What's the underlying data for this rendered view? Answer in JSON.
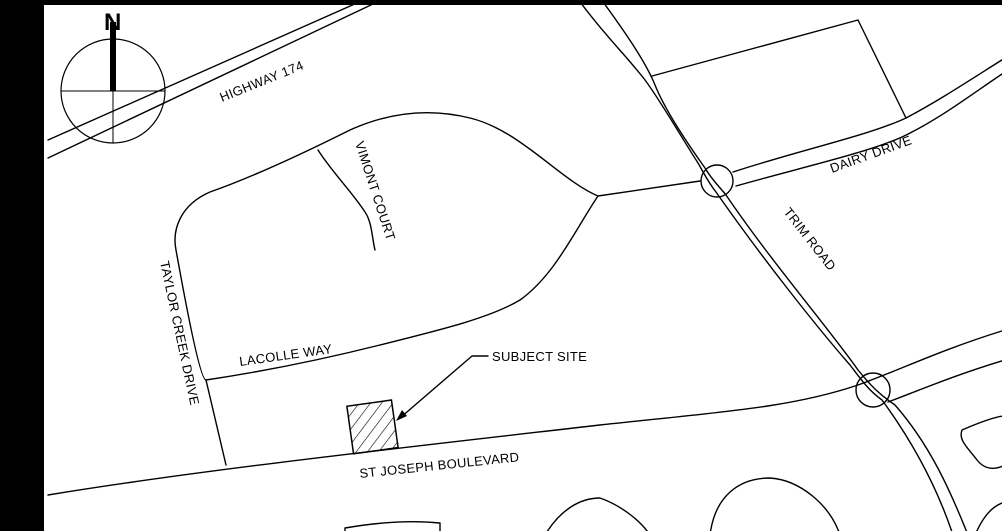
{
  "north_arrow": {
    "letter": "N"
  },
  "roads": {
    "highway": "HIGHWAY 174",
    "vimont": "VIMONT COURT",
    "dairy": "DAIRY DRIVE",
    "trim": "TRIM ROAD",
    "taylor": "TAYLOR CREEK DRIVE",
    "lacolle": "LACOLLE WAY",
    "st_joseph": "ST JOSEPH BOULEVARD"
  },
  "callout": {
    "subject_site": "SUBJECT SITE"
  },
  "colors": {
    "line": "#000000",
    "background": "#ffffff"
  }
}
